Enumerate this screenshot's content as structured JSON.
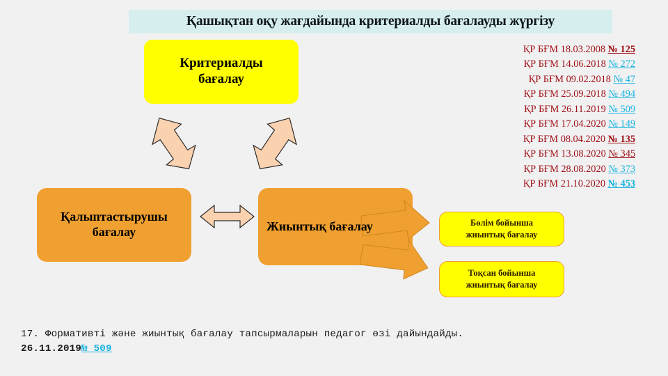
{
  "slide": {
    "title": "Қашықтан оқу жағдайында критериалды бағалауды жүргізу",
    "background_color": "#f1f1f1",
    "title_band_color": "#d6eeee"
  },
  "boxes": {
    "criteria": {
      "line1": "Критериалды",
      "line2": "бағалау",
      "color": "#ffff00"
    },
    "formative": {
      "line1": "Қалыптастырушы",
      "line2": "бағалау",
      "color": "#f0a030"
    },
    "summative": {
      "label": "Жиынтық бағалау",
      "color": "#f0a030"
    },
    "section_summative": {
      "line1": "Бөлім бойынша",
      "line2": "жиынтық бағалау",
      "color": "#ffff00",
      "border_color": "#f0a030"
    },
    "quarter_summative": {
      "line1": "Тоқсан бойынша",
      "line2": "жиынтық бағалау",
      "color": "#ffff00",
      "border_color": "#f0a030"
    }
  },
  "arrows": {
    "peach_color": "#fad2b0",
    "orange_color": "#f0a030",
    "outline_color": "#2b2b2b"
  },
  "documents": {
    "prefix": "ҚР БҒМ",
    "number_sign": "№",
    "items": [
      {
        "agency": "ҚР БҒМ",
        "date": "18.03.2008",
        "number": "№ 125",
        "color": "#a01018",
        "bold": true
      },
      {
        "agency": "ҚР БҒМ",
        "date": "14.06.2018",
        "number": "№ 272",
        "color": "#17b4e0",
        "bold": false
      },
      {
        "agency": "ҚР БҒМ",
        "date": "09.02.2018",
        "number": "№ 47",
        "color": "#17b4e0",
        "bold": false
      },
      {
        "agency": "ҚР БҒМ",
        "date": "25.09.2018",
        "number": "№ 494",
        "color": "#17b4e0",
        "bold": false
      },
      {
        "agency": "ҚР БҒМ",
        "date": "26.11.2019",
        "number": "№ 509",
        "color": "#17b4e0",
        "bold": false
      },
      {
        "agency": "ҚР БҒМ",
        "date": "17.04.2020",
        "number": "№ 149",
        "color": "#17b4e0",
        "bold": false
      },
      {
        "agency": "ҚР БҒМ",
        "date": "08.04.2020",
        "number": "№ 135",
        "color": "#a01018",
        "bold": true
      },
      {
        "agency": "ҚР БҒМ",
        "date": "13.08.2020",
        "number": "№ 345",
        "color": "#a01018",
        "bold": false
      },
      {
        "agency": "ҚР БҒМ",
        "date": "28.08.2020",
        "number": "№ 373",
        "color": "#17b4e0",
        "bold": false
      },
      {
        "agency": "ҚР БҒМ",
        "date": "21.10.2020",
        "number": "№ 453",
        "color": "#17b4e0",
        "bold": true
      }
    ]
  },
  "note": {
    "line1": "17. Формативті және жиынтық бағалау тапсырмаларын педагог өзі дайындайды.",
    "line2_date": "26.11.2019",
    "line2_link": "№ 509"
  }
}
